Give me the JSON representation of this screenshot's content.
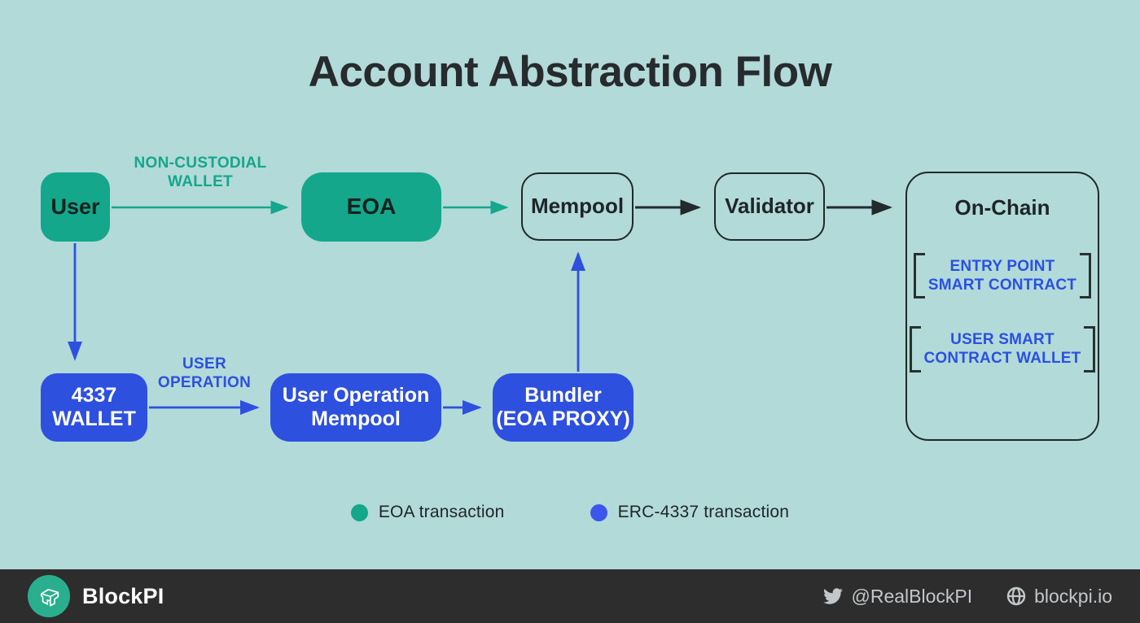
{
  "title": "Account Abstraction Flow",
  "colors": {
    "background": "#b2dad8",
    "green": "#14a78b",
    "blue": "#2e50df",
    "dark": "#22282a",
    "footer_bg": "#2d2d2d",
    "footer_text": "#c3c7ca",
    "bracket": "#273230"
  },
  "nodes": {
    "user": {
      "label": "User"
    },
    "eoa": {
      "label": "EOA"
    },
    "mempool": {
      "label": "Mempool"
    },
    "validator": {
      "label": "Validator"
    },
    "onchain": {
      "label": "On-Chain",
      "entry_point": {
        "line1": "ENTRY POINT",
        "line2": "SMART CONTRACT"
      },
      "user_wallet": {
        "line1": "USER SMART",
        "line2": "CONTRACT WALLET"
      }
    },
    "wallet4337": {
      "line1": "4337",
      "line2": "WALLET"
    },
    "userop_mempool": {
      "line1": "User Operation",
      "line2": "Mempool"
    },
    "bundler": {
      "line1": "Bundler",
      "line2": "(EOA PROXY)"
    }
  },
  "edge_labels": {
    "non_custodial": {
      "line1": "NON-CUSTODIAL",
      "line2": "WALLET"
    },
    "user_operation": {
      "line1": "USER",
      "line2": "OPERATION"
    }
  },
  "legend": {
    "eoa": {
      "label": "EOA transaction",
      "color": "#14a78b"
    },
    "erc4337": {
      "label": "ERC-4337 transaction",
      "color": "#2e50df"
    }
  },
  "footer": {
    "brand": "BlockPI",
    "twitter_handle": "@RealBlockPI",
    "website": "blockpi.io"
  }
}
